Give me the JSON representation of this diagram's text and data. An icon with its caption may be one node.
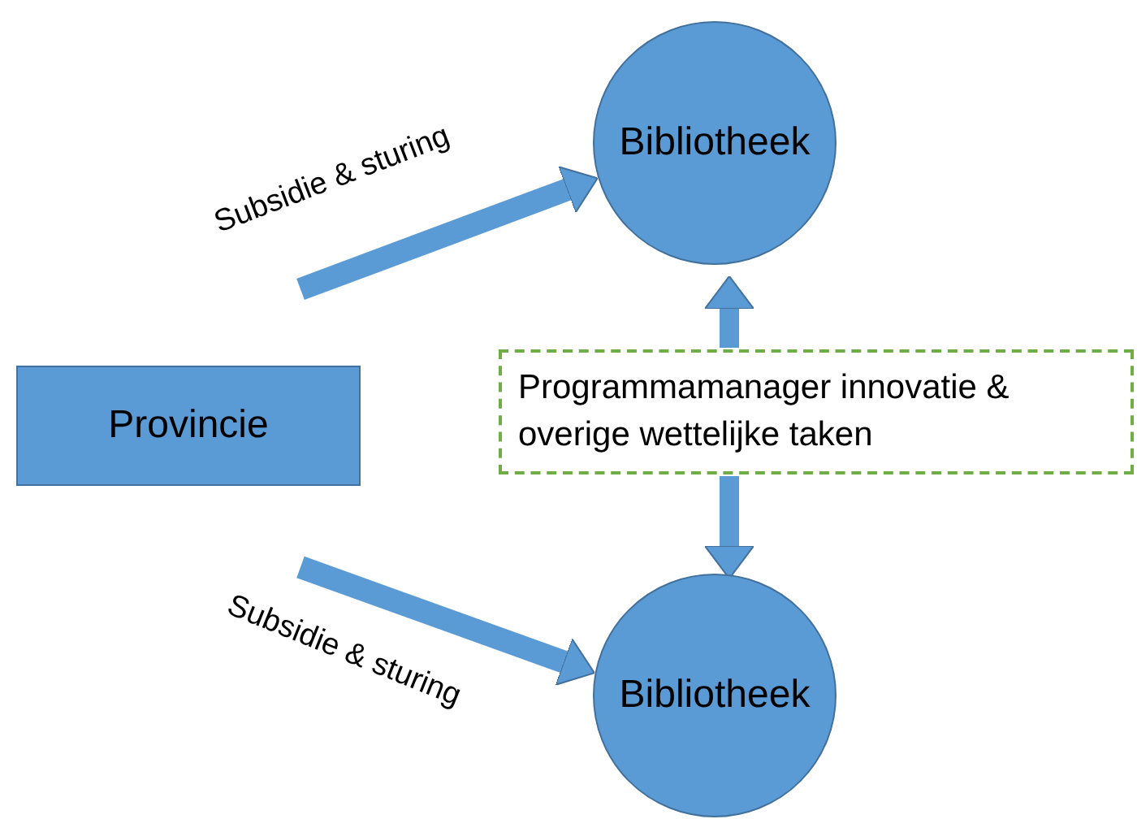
{
  "diagram": {
    "nodes": [
      {
        "text": [
          "Bibliotheek"
        ]
      },
      {
        "text": [
          "Provincie"
        ]
      },
      {
        "text": [
          "Programmamanager innovatie & overige wettelijke taken"
        ]
      },
      {
        "text": [
          "Bibliotheek"
        ]
      }
    ],
    "edges": [
      {
        "from": 1,
        "to": 0,
        "arrow": "to",
        "label": "Subsidie & sturing"
      },
      {
        "from": 1,
        "to": 3,
        "arrow": "to",
        "label": "Subsidie & sturing"
      },
      {
        "from": 2,
        "to": 0,
        "arrow": "to"
      },
      {
        "from": 2,
        "to": 3,
        "arrow": "to"
      }
    ]
  }
}
